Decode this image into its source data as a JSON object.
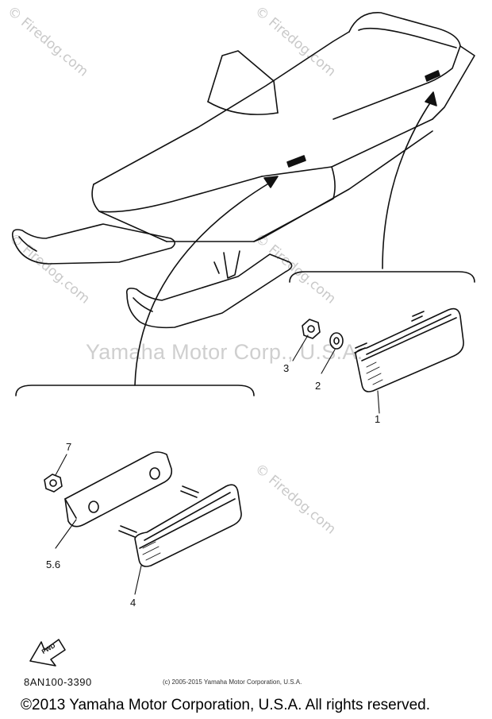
{
  "watermarks": {
    "brand": "© Firedog.com",
    "main": "Yamaha Motor Corp., U.S.A."
  },
  "callouts": {
    "c1": "1",
    "c2": "2",
    "c3": "3",
    "c4": "4",
    "c56": "5.6",
    "c7": "7"
  },
  "fwd_label": "FWD",
  "diagram_code": "8AN100-3390",
  "small_copyright": "(c) 2005-2015 Yamaha Motor Corporation, U.S.A.",
  "copyright": "©2013 Yamaha Motor Corporation, U.S.A. All rights reserved."
}
